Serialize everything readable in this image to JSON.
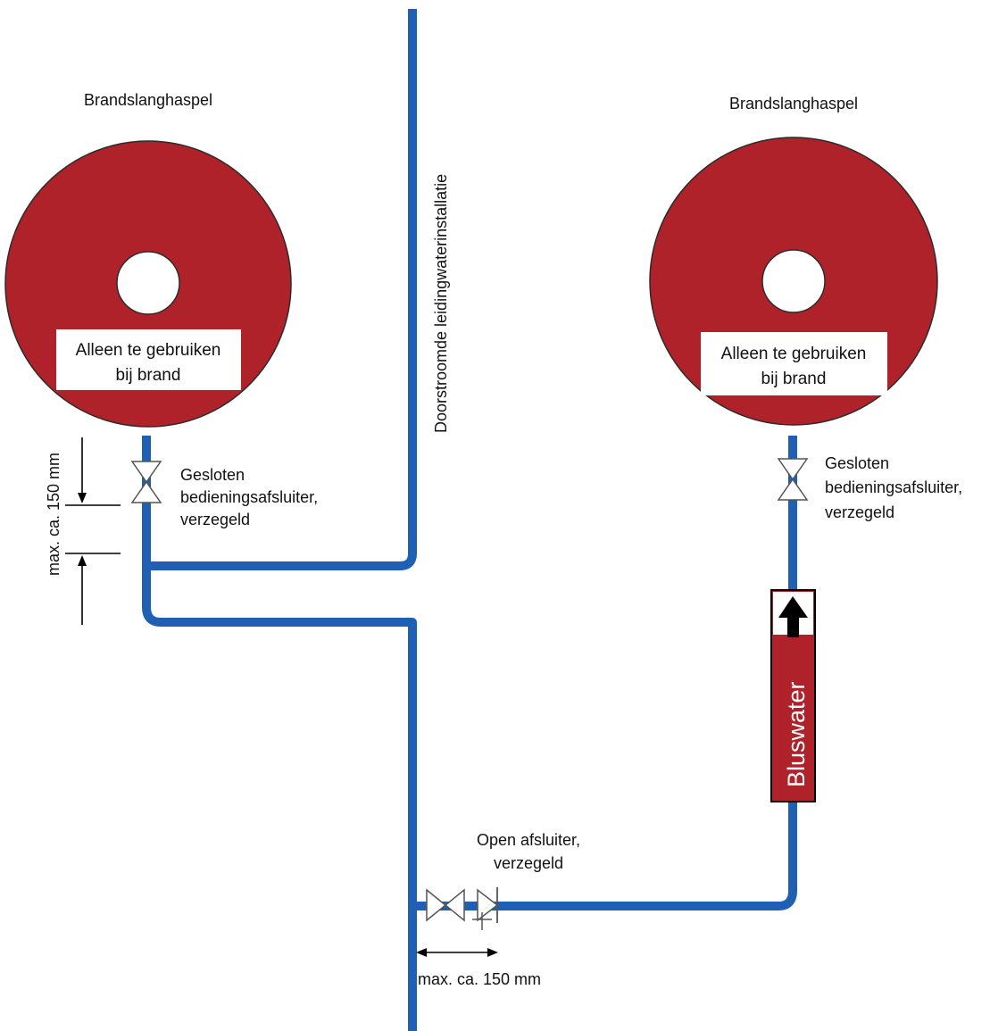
{
  "reel_left": {
    "title": "Brandslanghaspel",
    "sign_line1": "Alleen te gebruiken",
    "sign_line2": "bij brand"
  },
  "reel_right": {
    "title": "Brandslanghaspel",
    "sign_line1": "Alleen te gebruiken",
    "sign_line2": "bij brand"
  },
  "pipe_label": "Doorstroomde leidingwaterinstallatie",
  "valve_left": {
    "line1": "Gesloten",
    "line2": "bedieningsafsluiter,",
    "line3": "verzegeld"
  },
  "valve_right": {
    "line1": "Gesloten",
    "line2": "bedieningsafsluiter,",
    "line3": "verzegeld"
  },
  "valve_bottom": {
    "line1": "Open afsluiter,",
    "line2": "verzegeld"
  },
  "dimension_vertical": "max. ca. 150 mm",
  "dimension_horizontal": "max. ca. 150 mm",
  "bluswater_label": "Bluswater",
  "colors": {
    "reel_red": "#b0222a",
    "pipe_blue": "#1f5fb4",
    "valve_stroke": "#555555"
  },
  "icons": {
    "valve": "gate-valve-icon",
    "check_valve": "check-valve-icon",
    "flow": "arrow-up-icon"
  }
}
